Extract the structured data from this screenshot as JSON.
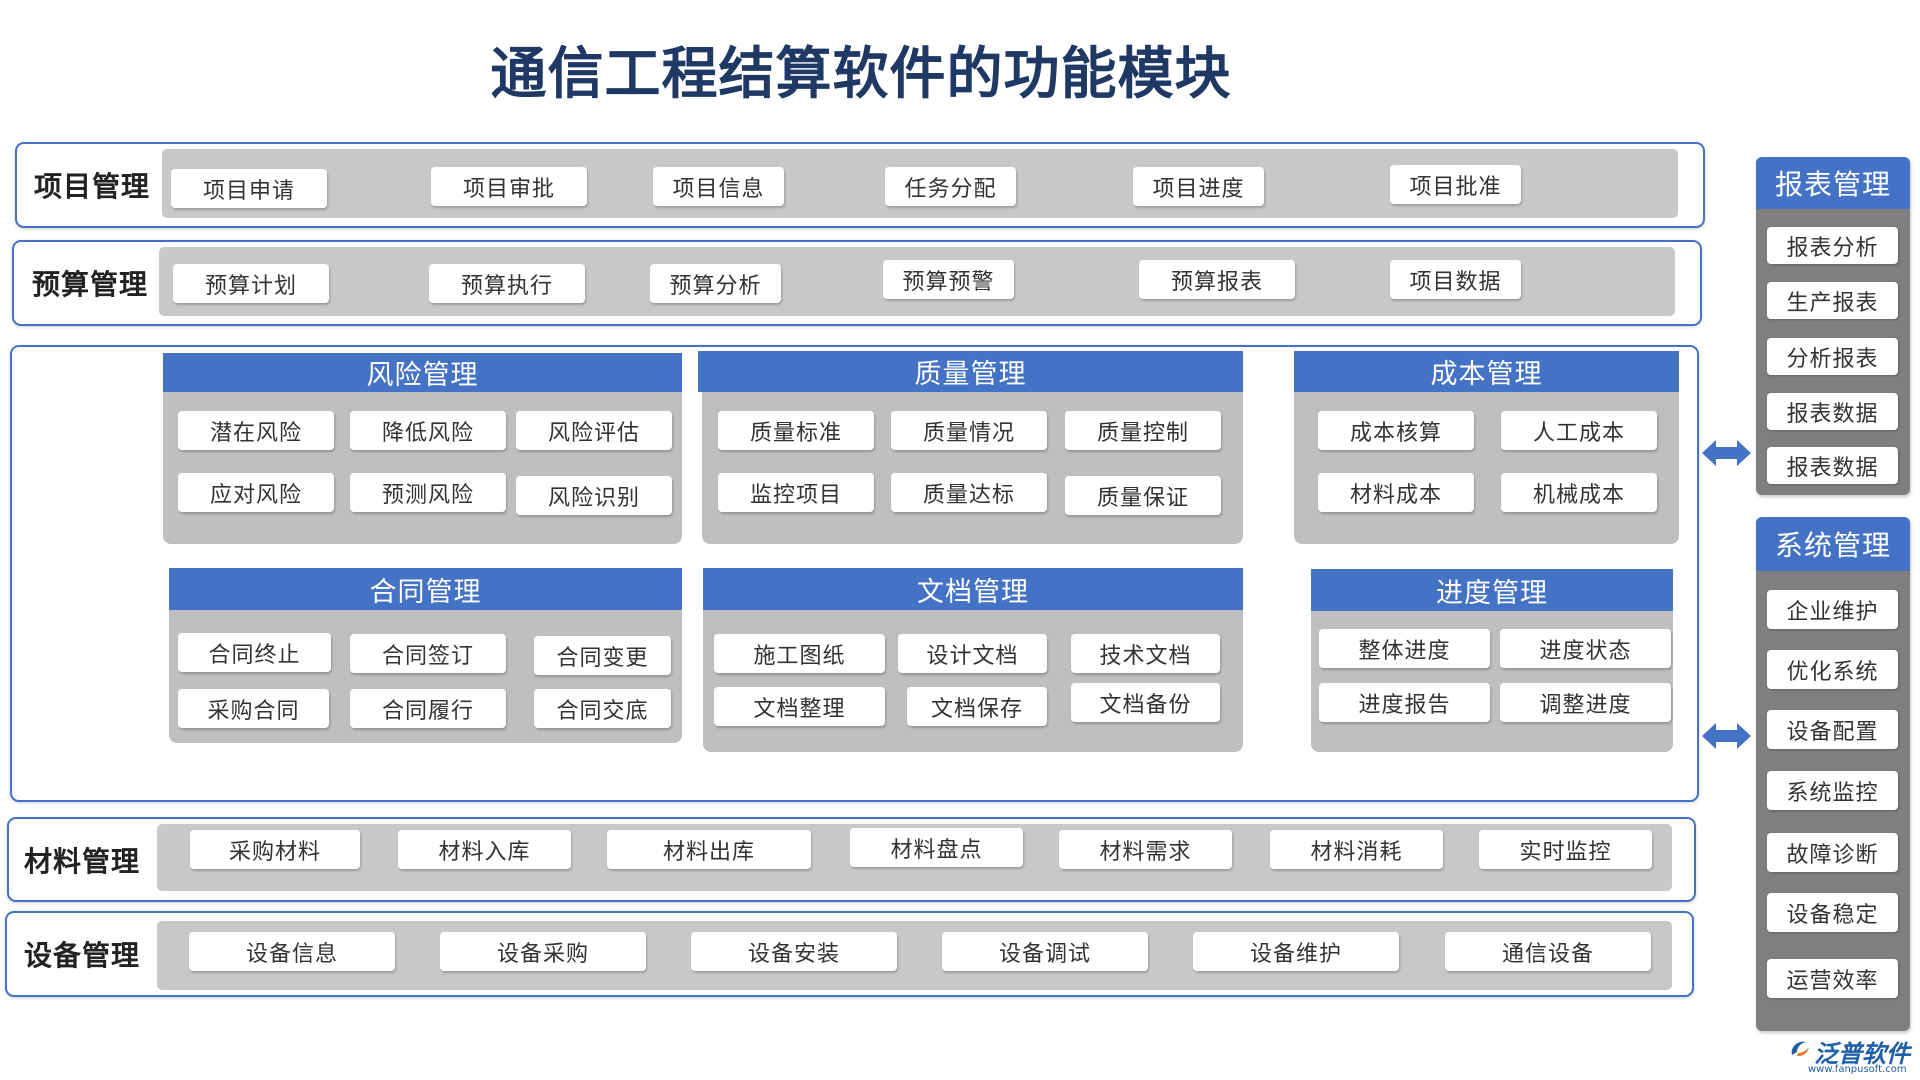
{
  "title": "通信工程结算软件的功能模块",
  "rows": {
    "project": {
      "label": "项目管理",
      "items": [
        "项目申请",
        "项目审批",
        "项目信息",
        "任务分配",
        "项目进度",
        "项目批准"
      ]
    },
    "budget": {
      "label": "预算管理",
      "items": [
        "预算计划",
        "预算执行",
        "预算分析",
        "预算预警",
        "预算报表",
        "项目数据"
      ]
    },
    "material": {
      "label": "材料管理",
      "items": [
        "采购材料",
        "材料入库",
        "材料出库",
        "材料盘点",
        "材料需求",
        "材料消耗",
        "实时监控"
      ]
    },
    "equipment": {
      "label": "设备管理",
      "items": [
        "设备信息",
        "设备采购",
        "设备安装",
        "设备调试",
        "设备维护",
        "通信设备"
      ]
    }
  },
  "modules": {
    "risk": {
      "title": "风险管理",
      "items": [
        "潜在风险",
        "降低风险",
        "风险评估",
        "应对风险",
        "预测风险",
        "风险识别"
      ]
    },
    "quality": {
      "title": "质量管理",
      "items": [
        "质量标准",
        "质量情况",
        "质量控制",
        "监控项目",
        "质量达标",
        "质量保证"
      ]
    },
    "cost": {
      "title": "成本管理",
      "items": [
        "成本核算",
        "人工成本",
        "材料成本",
        "机械成本"
      ]
    },
    "contract": {
      "title": "合同管理",
      "items": [
        "合同终止",
        "合同签订",
        "合同变更",
        "采购合同",
        "合同履行",
        "合同交底"
      ]
    },
    "document": {
      "title": "文档管理",
      "items": [
        "施工图纸",
        "设计文档",
        "技术文档",
        "文档整理",
        "文档保存",
        "文档备份"
      ]
    },
    "progress": {
      "title": "进度管理",
      "items": [
        "整体进度",
        "进度状态",
        "进度报告",
        "调整进度"
      ]
    }
  },
  "sidebar": {
    "reports": {
      "title": "报表管理",
      "items": [
        "报表分析",
        "生产报表",
        "分析报表",
        "报表数据",
        "报表数据"
      ]
    },
    "system": {
      "title": "系统管理",
      "items": [
        "企业维护",
        "优化系统",
        "设备配置",
        "系统监控",
        "故障诊断",
        "设备稳定",
        "运营效率"
      ]
    }
  },
  "logo": {
    "name": "泛普软件",
    "url": "www.fanpusoft.com"
  },
  "icons": {
    "connector": "double-arrow-icon",
    "logo": "fanpu-logo-icon"
  },
  "colors": {
    "accent": "#4472c4",
    "title": "#1f3864",
    "panel": "#c8c8c8",
    "sidebar_panel": "#7f7f7f",
    "logo": "#1f5fa8"
  }
}
